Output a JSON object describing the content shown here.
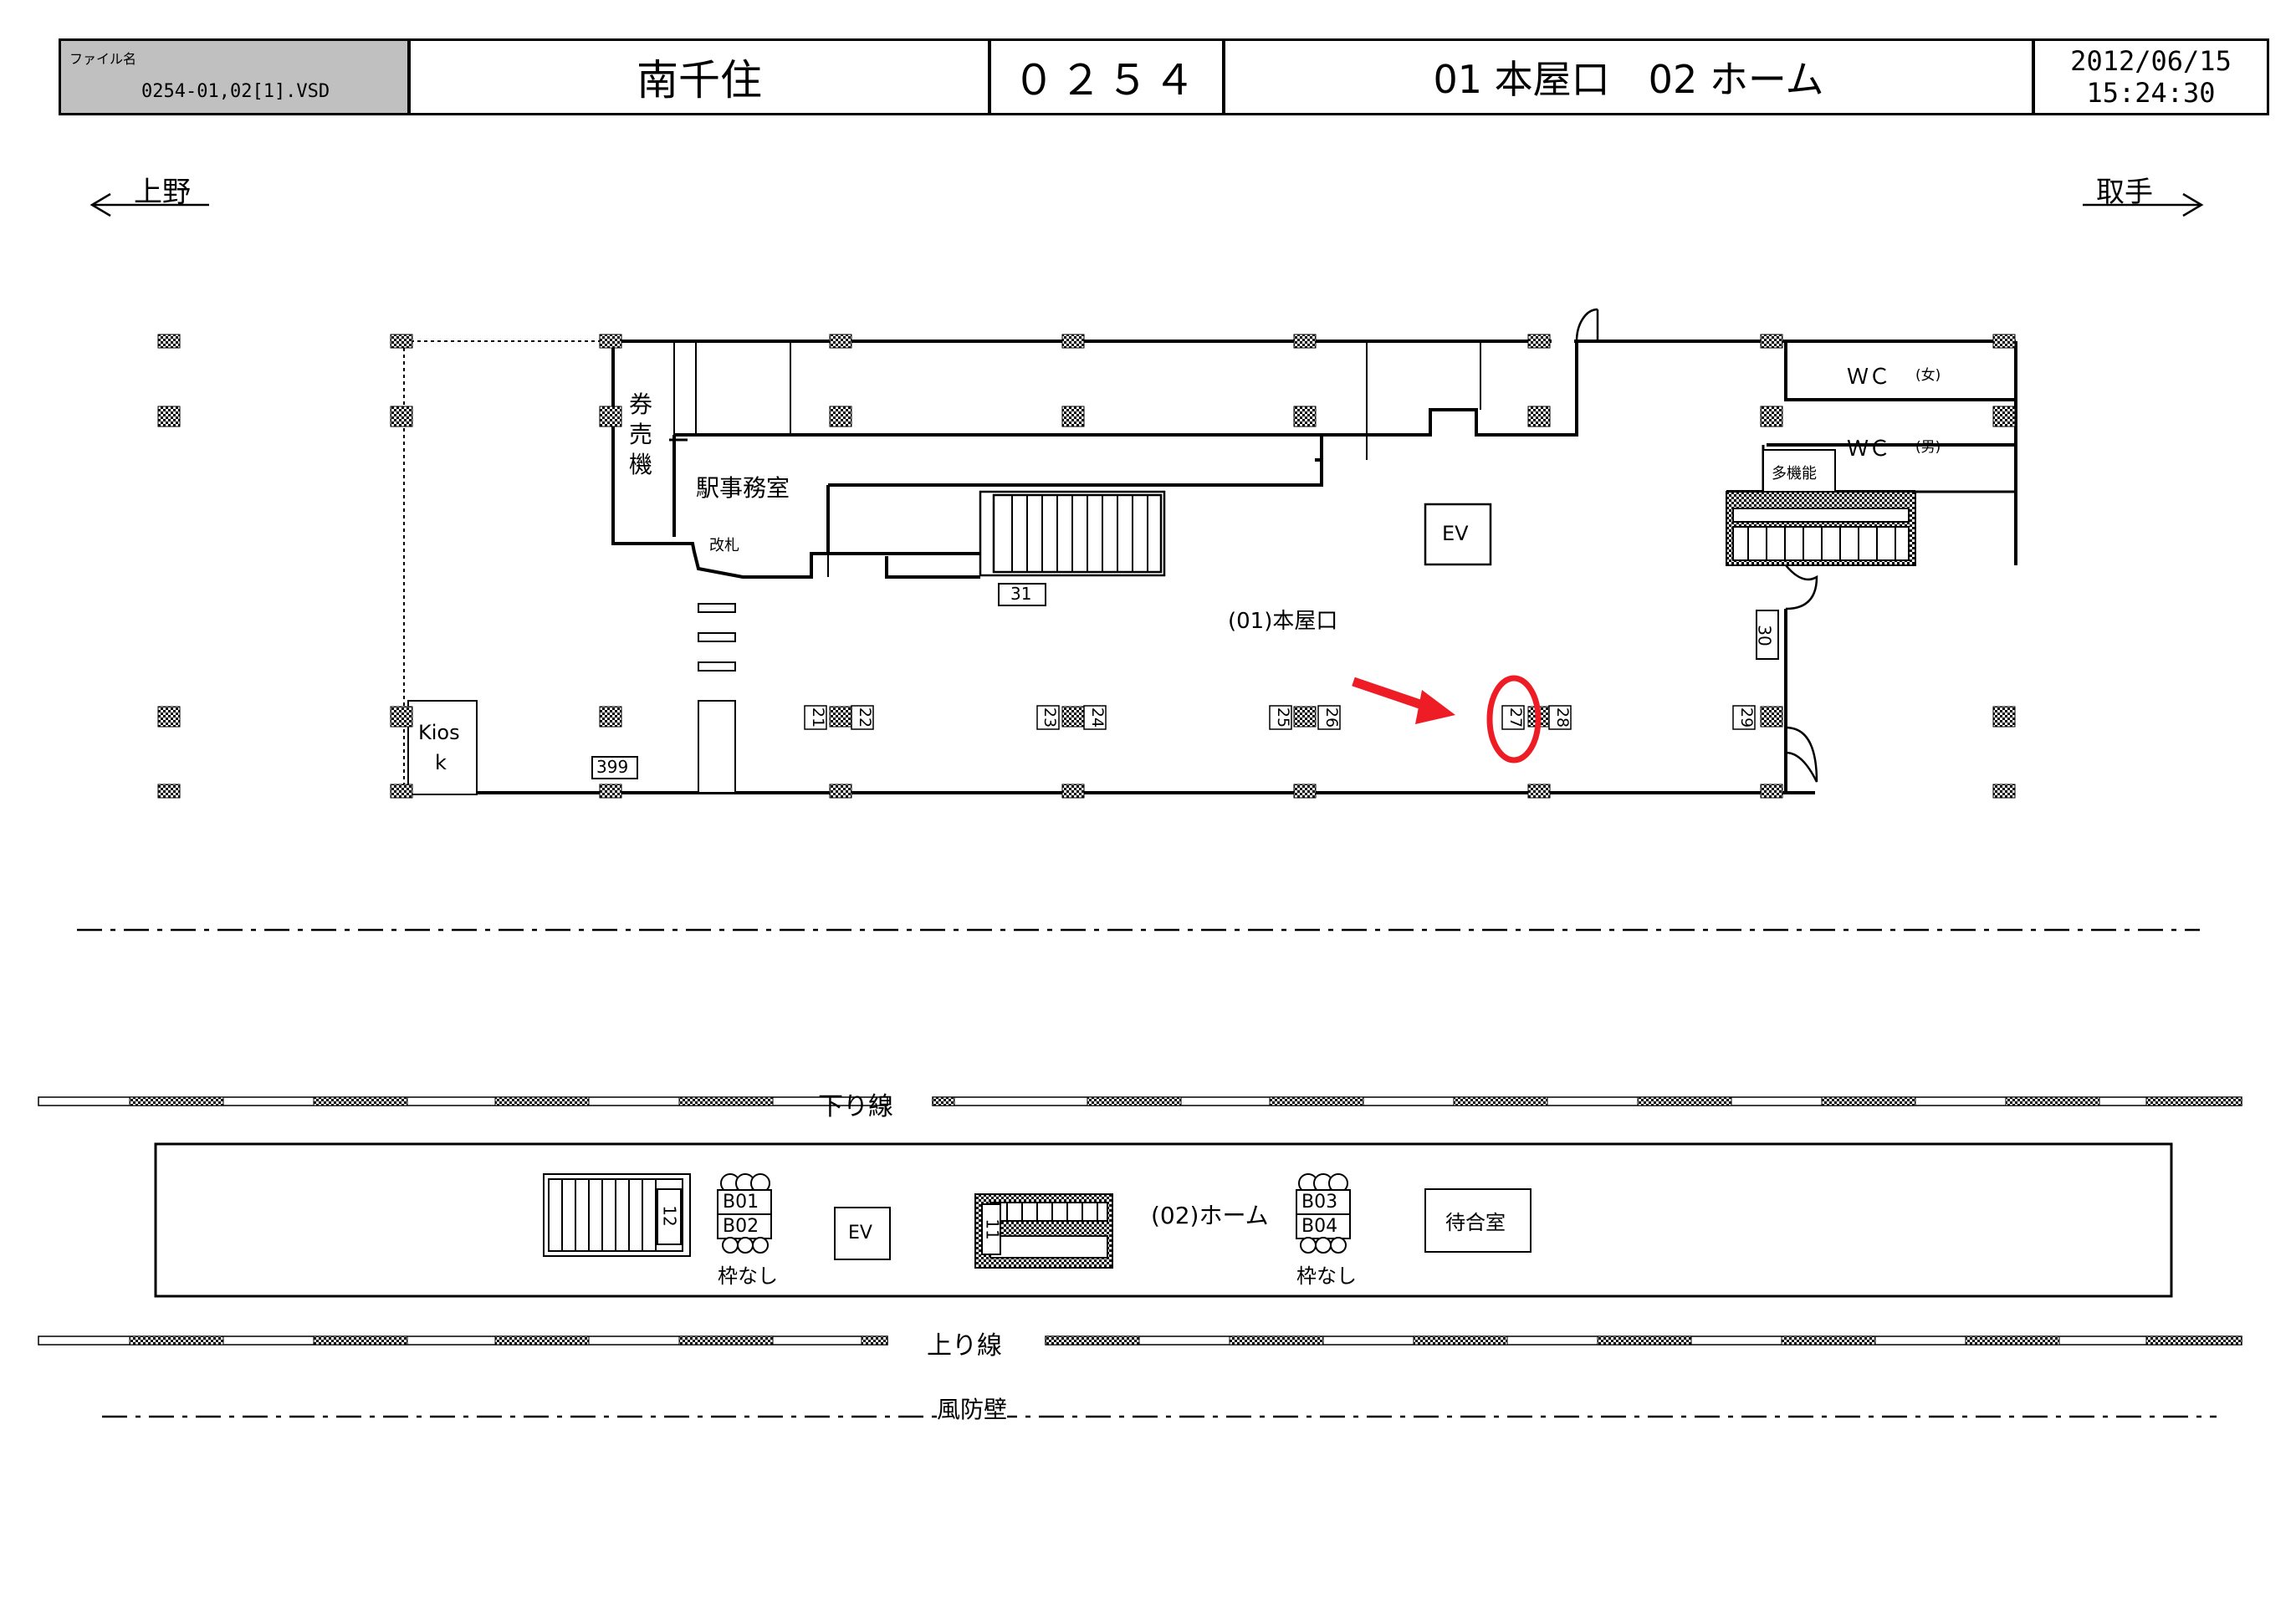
{
  "header": {
    "file_label": "ファイル名",
    "file_name": "0254-01,02[1].VSD",
    "station": "南千住",
    "code": "０２５４",
    "title": "01 本屋口　02 ホーム",
    "date": "2012/06/15",
    "time": "15:24:30"
  },
  "directions": {
    "left": "上野",
    "right": "取手"
  },
  "concourse": {
    "ticket_machine": [
      "券",
      "売",
      "機"
    ],
    "station_office": "駅事務室",
    "ticket_gate": "改札",
    "ev": "EV",
    "exit_label": "(01)本屋口",
    "wc_female": "ＷＣ",
    "wc_female_note": "(女)",
    "wc_male": "ＷＣ",
    "wc_male_note": "(男)",
    "multipurpose": "多機能",
    "kiosk": [
      "Kios",
      "k"
    ],
    "numbers": {
      "n31": "31",
      "n30": "30",
      "n399": "399",
      "n21": "21",
      "n22": "22",
      "n23": "23",
      "n24": "24",
      "n25": "25",
      "n26": "26",
      "n27": "27",
      "n28": "28",
      "n29": "29"
    }
  },
  "platform": {
    "down_line": "下り線",
    "up_line": "上り線",
    "label": "(02)ホーム",
    "ev": "EV",
    "waiting_room": "待合室",
    "wind_wall": "風防壁",
    "no_frame_1": "枠なし",
    "no_frame_2": "枠なし",
    "boards": {
      "b01": "B01",
      "b02": "B02",
      "b03": "B03",
      "b04": "B04"
    },
    "n12": "12",
    "n11": "11"
  },
  "highlight": {
    "color": "#ee1c24",
    "target": "27"
  }
}
